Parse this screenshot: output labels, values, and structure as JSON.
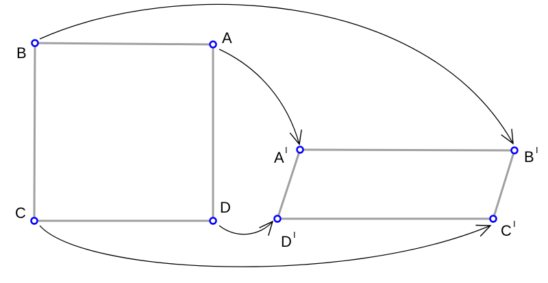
{
  "points": {
    "A": {
      "label": "A",
      "prime": ""
    },
    "B": {
      "label": "B",
      "prime": ""
    },
    "C": {
      "label": "C",
      "prime": ""
    },
    "D": {
      "label": "D",
      "prime": ""
    },
    "A2": {
      "label": "A",
      "prime": "I"
    },
    "B2": {
      "label": "B",
      "prime": "I"
    },
    "C2": {
      "label": "C",
      "prime": "I"
    },
    "D2": {
      "label": "D",
      "prime": "I"
    }
  },
  "colors": {
    "edge": "#a0a0a0",
    "vertex": "#0000ff",
    "arrow": "#000000"
  }
}
